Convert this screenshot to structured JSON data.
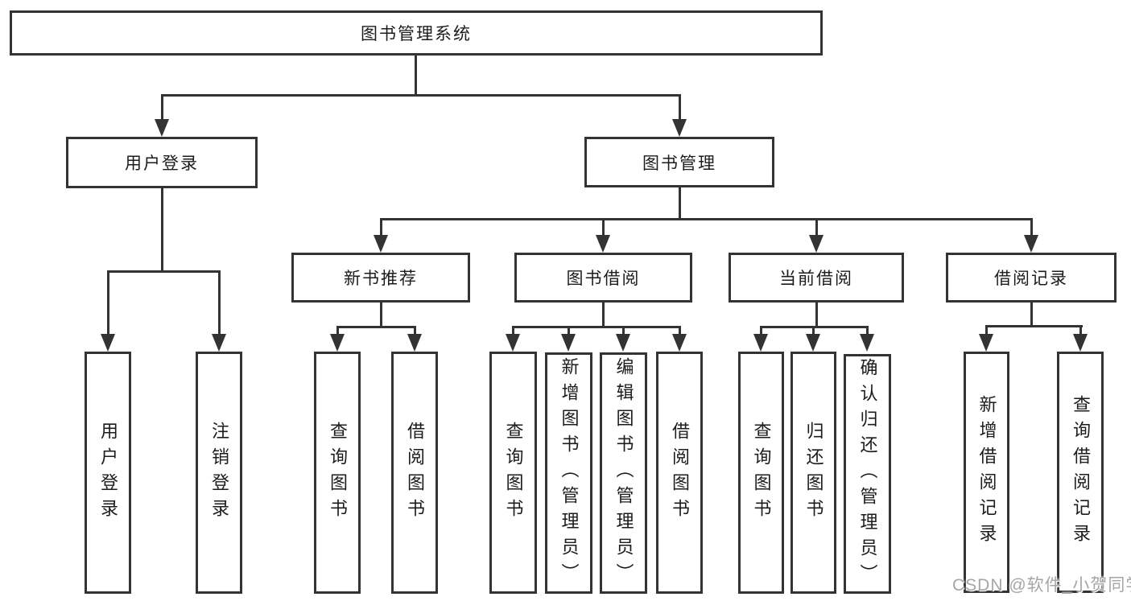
{
  "nodes": {
    "root": "图书管理系统",
    "user_login": "用户登录",
    "book_mgmt": "图书管理",
    "new_book_rec": "新书推荐",
    "book_borrow": "图书借阅",
    "current_borrow": "当前借阅",
    "borrow_record": "借阅记录",
    "user_login_leaf": "用户登录",
    "logout_leaf": "注销登录",
    "rec_query_book": "查询图书",
    "rec_borrow_book": "借阅图书",
    "bb_query_book": "查询图书",
    "bb_add_book": "新增图书（管理员）",
    "bb_edit_book": "编辑图书（管理员）",
    "bb_borrow_book": "借阅图书",
    "cb_query_book": "查询图书",
    "cb_return_book": "归还图书",
    "cb_confirm_return": "确认归还（管理员）",
    "br_add_record": "新增借阅记录",
    "br_query_record": "查询借阅记录"
  },
  "watermark": "CSDN @软件_小贺同学",
  "colors": {
    "border": "#333333",
    "line": "#333333",
    "text": "#1c1c1c",
    "watermark": "#a6a6a6",
    "background": "#ffffff"
  }
}
